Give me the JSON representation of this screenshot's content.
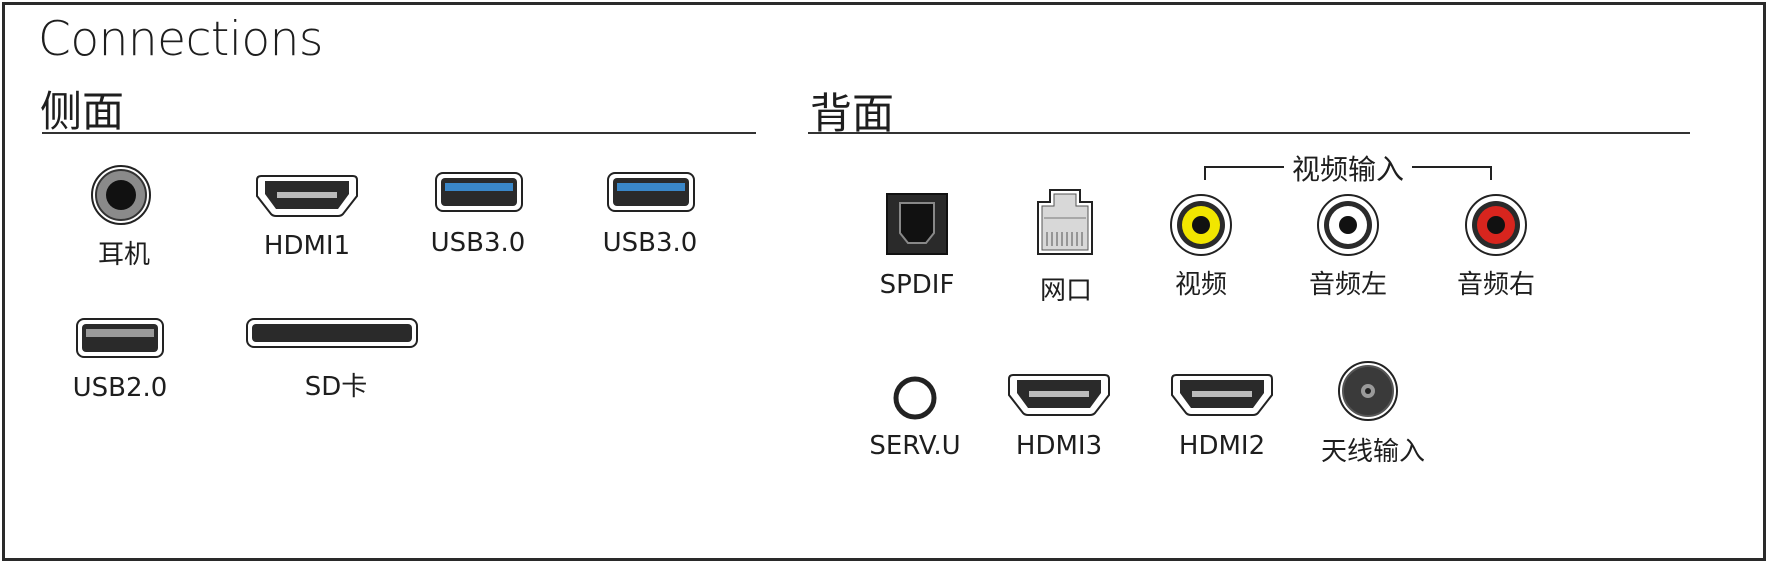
{
  "title": "Connections",
  "side": {
    "heading": "侧面",
    "ports": {
      "headphone": "耳机",
      "hdmi1": "HDMI1",
      "usb3a": "USB3.0",
      "usb3b": "USB3.0",
      "usb2": "USB2.0",
      "sd": "SD卡"
    }
  },
  "back": {
    "heading": "背面",
    "video_in_group": "视频输入",
    "ports": {
      "spdif": "SPDIF",
      "lan": "网口",
      "video": "视频",
      "audio_l": "音频左",
      "audio_r": "音频右",
      "servu": "SERV.U",
      "hdmi3": "HDMI3",
      "hdmi2": "HDMI2",
      "antenna": "天线输入"
    }
  },
  "colors": {
    "usb3_blue": "#3a87c8",
    "video_yellow": "#f2e600",
    "audio_white": "#ffffff",
    "audio_red": "#d8251e"
  }
}
